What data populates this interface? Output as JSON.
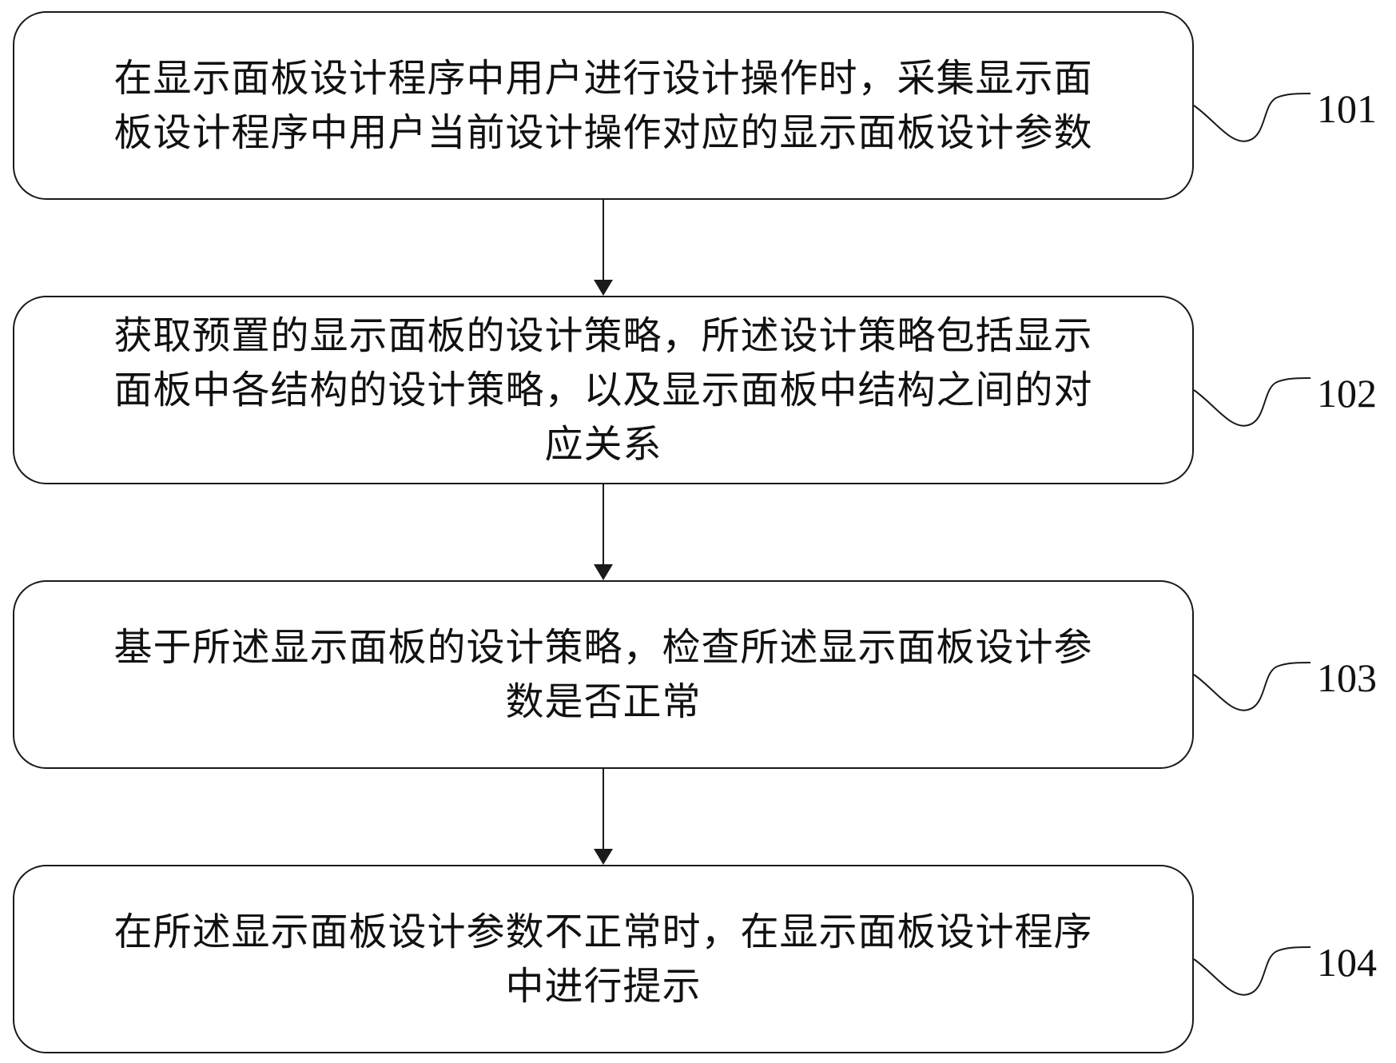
{
  "steps": [
    {
      "id": "101",
      "label": "101",
      "lines": [
        "在显示面板设计程序中用户进行设计操作时，采集显示面",
        "板设计程序中用户当前设计操作对应的显示面板设计参数"
      ]
    },
    {
      "id": "102",
      "label": "102",
      "lines": [
        "获取预置的显示面板的设计策略，所述设计策略包括显示",
        "面板中各结构的设计策略，以及显示面板中结构之间的对",
        "应关系"
      ]
    },
    {
      "id": "103",
      "label": "103",
      "lines": [
        "基于所述显示面板的设计策略，检查所述显示面板设计参",
        "数是否正常"
      ]
    },
    {
      "id": "104",
      "label": "104",
      "lines": [
        "在所述显示面板设计参数不正常时，在显示面板设计程序",
        "中进行提示"
      ]
    }
  ],
  "colors": {
    "stroke": "#1a1a1a",
    "text": "#111111",
    "background": "#ffffff"
  }
}
